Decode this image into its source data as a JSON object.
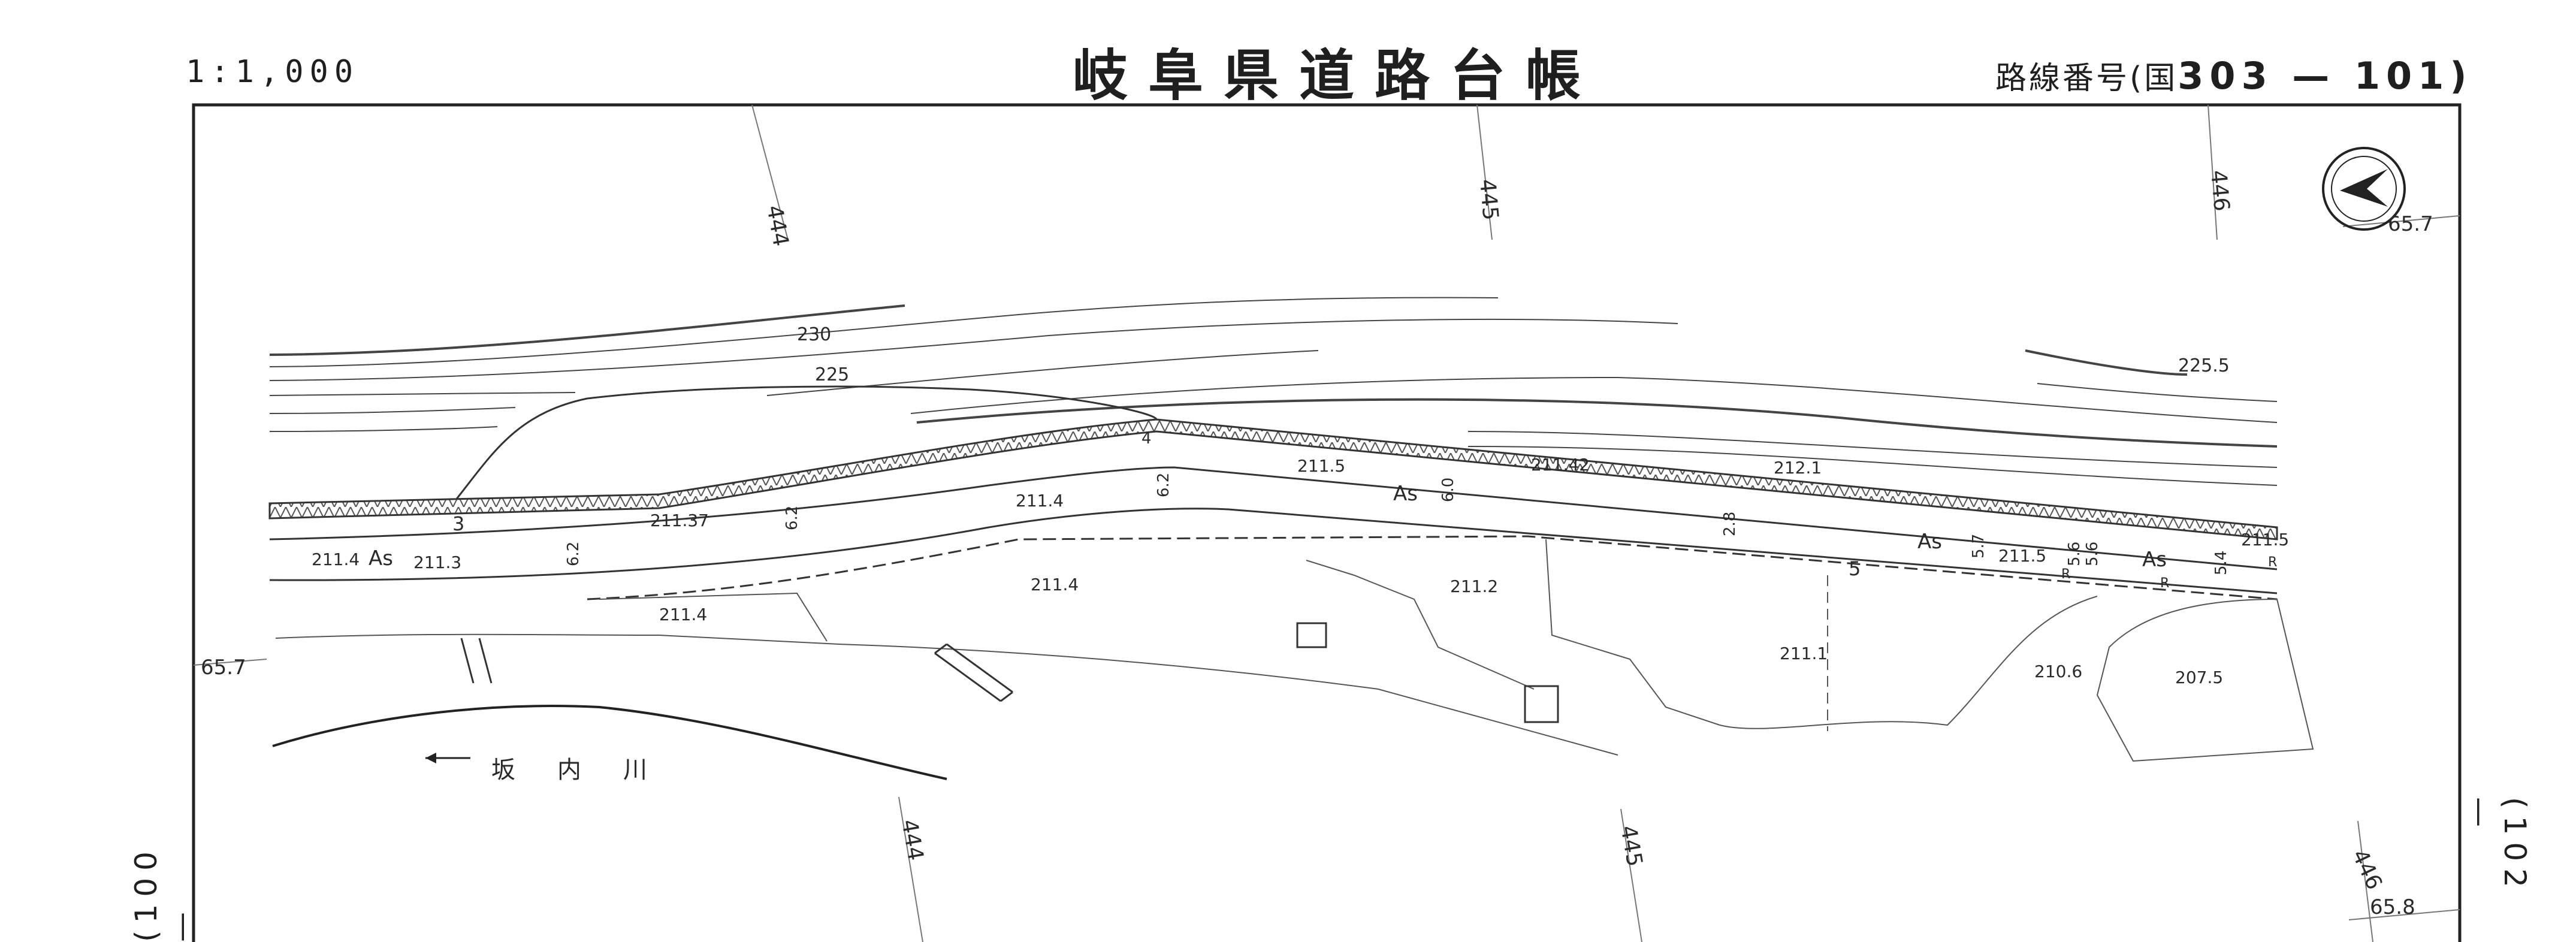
{
  "header": {
    "scale": "1:1,000",
    "title": "岐阜県道路台帳",
    "route_prefix": "路線番号(国",
    "route_number": "303 — 101)"
  },
  "sheet_refs": {
    "left": "(100 —",
    "right": "(102 —"
  },
  "grid_labels": {
    "top": [
      "444",
      "445",
      "446"
    ],
    "bottom": [
      "444",
      "445",
      "446"
    ],
    "left": "65.7",
    "right_top": "65.7",
    "right_bottom": "65.8"
  },
  "contours": {
    "c230": "230",
    "c225": "225",
    "c225_5": "225.5"
  },
  "elevations": [
    "211.4",
    "211.3",
    "211.37",
    "211.4",
    "211.5",
    "211.42",
    "212.1",
    "211.4",
    "211.2",
    "211.1",
    "211.4",
    "211.5",
    "211.5",
    "210.6",
    "207.5"
  ],
  "surface_labels": [
    "As",
    "As",
    "As",
    "As"
  ],
  "widths": [
    "6.2",
    "6.2",
    "6.2",
    "6.0",
    "2.8",
    "5.7",
    "5.6",
    "5.6",
    "5.4",
    "4"
  ],
  "river_label": "坂内川",
  "marks": {
    "n3": "3",
    "n5": "5",
    "r1": "R",
    "r2": "R",
    "r3": "R"
  }
}
